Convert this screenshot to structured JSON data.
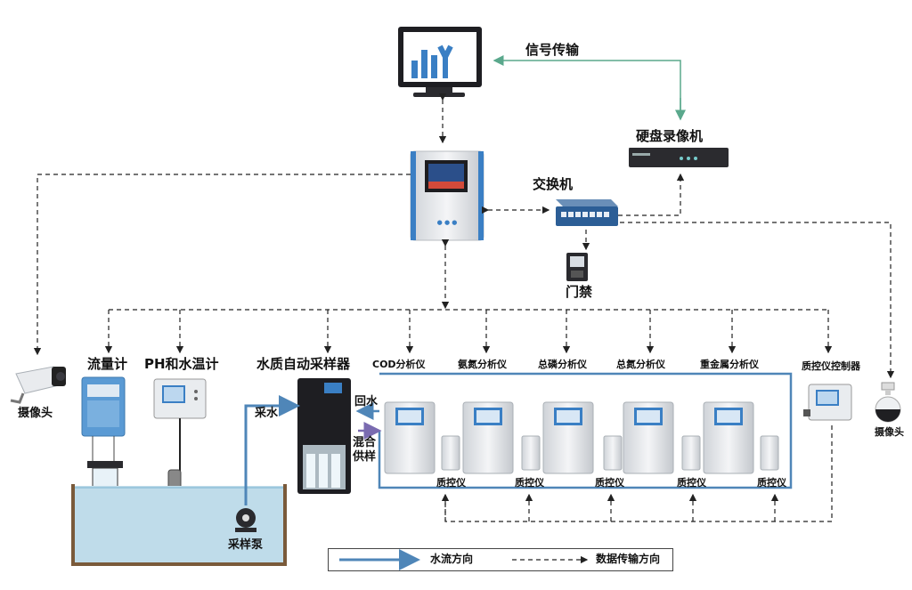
{
  "labels": {
    "signal": "信号传输",
    "dvr": "硬盘录像机",
    "switch": "交换机",
    "access": "门禁",
    "flowmeter": "流量计",
    "ph_meter": "PH和水温计",
    "sampler": "水质自动采样器",
    "camera_left": "摄像头",
    "camera_right": "摄像头",
    "qc_controller": "质控仪控制器",
    "return_water": "回水",
    "mix_supply_1": "混合",
    "mix_supply_2": "供样",
    "sampling": "采水",
    "pump": "采样泵"
  },
  "analyzers": [
    "COD分析仪",
    "氨氮分析仪",
    "总磷分析仪",
    "总氮分析仪",
    "重金属分析仪"
  ],
  "qc_units": [
    "质控仪",
    "质控仪",
    "质控仪",
    "质控仪",
    "质控仪"
  ],
  "legend": {
    "water_flow": "水流方向",
    "data_flow": "数据传输方向"
  },
  "colors": {
    "water_line": "#4f86b8",
    "signal_line": "#5aa88c",
    "data_line": "#222222",
    "monitor_blue": "#3a7fc4",
    "tank_water": "#bfdcea"
  }
}
